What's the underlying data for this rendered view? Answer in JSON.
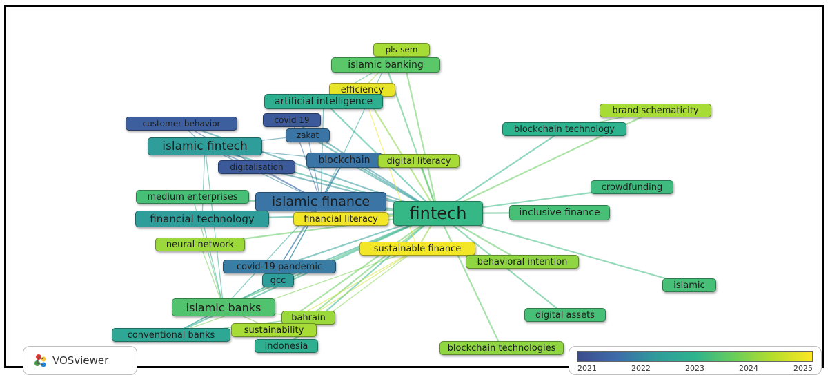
{
  "nodes": [
    {
      "id": "pls-sem",
      "label": "pls-sem",
      "year": 2024.2
    },
    {
      "id": "islamic-banking",
      "label": "islamic banking",
      "year": 2023.5
    },
    {
      "id": "efficiency",
      "label": "efficiency",
      "year": 2024.8
    },
    {
      "id": "artificial-intelligence",
      "label": "artificial intelligence",
      "year": 2022.9
    },
    {
      "id": "covid-19",
      "label": "covid 19",
      "year": 2021.3
    },
    {
      "id": "customer-behavior",
      "label": "customer behavior",
      "year": 2021.4
    },
    {
      "id": "zakat",
      "label": "zakat",
      "year": 2021.8
    },
    {
      "id": "islamic-fintech",
      "label": "islamic fintech",
      "year": 2022.4
    },
    {
      "id": "blockchain",
      "label": "blockchain",
      "year": 2021.8
    },
    {
      "id": "digital-literacy",
      "label": "digital literacy",
      "year": 2024.2
    },
    {
      "id": "digitalisation",
      "label": "digitalisation",
      "year": 2021.3
    },
    {
      "id": "brand-schematicity",
      "label": "brand schematicity",
      "year": 2024.2
    },
    {
      "id": "blockchain-technology",
      "label": "blockchain technology",
      "year": 2023.0
    },
    {
      "id": "medium-enterprises",
      "label": "medium enterprises",
      "year": 2023.3
    },
    {
      "id": "islamic-finance",
      "label": "islamic finance",
      "year": 2021.8
    },
    {
      "id": "fintech",
      "label": "fintech",
      "year": 2023.1
    },
    {
      "id": "crowdfunding",
      "label": "crowdfunding",
      "year": 2023.2
    },
    {
      "id": "inclusive-finance",
      "label": "inclusive finance",
      "year": 2023.3
    },
    {
      "id": "financial-technology",
      "label": "financial technology",
      "year": 2022.4
    },
    {
      "id": "financial-literacy",
      "label": "financial literacy",
      "year": 2024.9
    },
    {
      "id": "neural-network",
      "label": "neural network",
      "year": 2024.1
    },
    {
      "id": "sustainable-finance",
      "label": "sustainable finance",
      "year": 2024.9
    },
    {
      "id": "behavioral-intention",
      "label": "behavioral intention",
      "year": 2024.0
    },
    {
      "id": "covid-19-pandemic",
      "label": "covid-19 pandemic",
      "year": 2021.9
    },
    {
      "id": "gcc",
      "label": "gcc",
      "year": 2022.4
    },
    {
      "id": "islamic",
      "label": "islamic",
      "year": 2023.3
    },
    {
      "id": "islamic-banks",
      "label": "islamic banks",
      "year": 2023.4
    },
    {
      "id": "bahrain",
      "label": "bahrain",
      "year": 2024.1
    },
    {
      "id": "digital-assets",
      "label": "digital assets",
      "year": 2023.3
    },
    {
      "id": "conventional-banks",
      "label": "conventional banks",
      "year": 2022.7
    },
    {
      "id": "sustainability",
      "label": "sustainability",
      "year": 2024.2
    },
    {
      "id": "indonesia",
      "label": "indonesia",
      "year": 2022.9
    },
    {
      "id": "blockchain-technologies",
      "label": "blockchain technologies",
      "year": 2024.0
    }
  ],
  "edges": [
    [
      "fintech",
      "islamic-finance"
    ],
    [
      "fintech",
      "islamic-fintech"
    ],
    [
      "fintech",
      "islamic-banking"
    ],
    [
      "fintech",
      "pls-sem"
    ],
    [
      "fintech",
      "efficiency"
    ],
    [
      "fintech",
      "artificial-intelligence"
    ],
    [
      "fintech",
      "covid-19"
    ],
    [
      "fintech",
      "customer-behavior"
    ],
    [
      "fintech",
      "zakat"
    ],
    [
      "fintech",
      "blockchain"
    ],
    [
      "fintech",
      "digital-literacy"
    ],
    [
      "fintech",
      "digitalisation"
    ],
    [
      "fintech",
      "brand-schematicity"
    ],
    [
      "fintech",
      "blockchain-technology"
    ],
    [
      "fintech",
      "medium-enterprises"
    ],
    [
      "fintech",
      "crowdfunding"
    ],
    [
      "fintech",
      "inclusive-finance"
    ],
    [
      "fintech",
      "financial-technology"
    ],
    [
      "fintech",
      "financial-literacy"
    ],
    [
      "fintech",
      "neural-network"
    ],
    [
      "fintech",
      "sustainable-finance"
    ],
    [
      "fintech",
      "behavioral-intention"
    ],
    [
      "fintech",
      "covid-19-pandemic"
    ],
    [
      "fintech",
      "gcc"
    ],
    [
      "fintech",
      "islamic"
    ],
    [
      "fintech",
      "islamic-banks"
    ],
    [
      "fintech",
      "bahrain"
    ],
    [
      "fintech",
      "digital-assets"
    ],
    [
      "fintech",
      "conventional-banks"
    ],
    [
      "fintech",
      "sustainability"
    ],
    [
      "fintech",
      "indonesia"
    ],
    [
      "fintech",
      "blockchain-technologies"
    ],
    [
      "islamic-finance",
      "islamic-fintech"
    ],
    [
      "islamic-finance",
      "zakat"
    ],
    [
      "islamic-finance",
      "blockchain"
    ],
    [
      "islamic-finance",
      "covid-19"
    ],
    [
      "islamic-finance",
      "digitalisation"
    ],
    [
      "islamic-finance",
      "customer-behavior"
    ],
    [
      "islamic-finance",
      "islamic-banks"
    ],
    [
      "islamic-finance",
      "covid-19-pandemic"
    ],
    [
      "islamic-finance",
      "gcc"
    ],
    [
      "islamic-finance",
      "islamic-banking"
    ],
    [
      "islamic-finance",
      "artificial-intelligence"
    ],
    [
      "islamic-fintech",
      "customer-behavior"
    ],
    [
      "islamic-fintech",
      "zakat"
    ],
    [
      "islamic-fintech",
      "blockchain"
    ],
    [
      "islamic-fintech",
      "digitalisation"
    ],
    [
      "islamic-fintech",
      "islamic-banks"
    ],
    [
      "islamic-fintech",
      "financial-technology"
    ],
    [
      "islamic-banking",
      "pls-sem"
    ],
    [
      "islamic-banking",
      "efficiency"
    ],
    [
      "islamic-banking",
      "artificial-intelligence"
    ],
    [
      "islamic-banks",
      "conventional-banks"
    ],
    [
      "islamic-banks",
      "bahrain"
    ],
    [
      "islamic-banks",
      "sustainability"
    ],
    [
      "islamic-banks",
      "gcc"
    ],
    [
      "islamic-banks",
      "financial-technology"
    ],
    [
      "islamic-banks",
      "medium-enterprises"
    ],
    [
      "conventional-banks",
      "sustainable-finance"
    ],
    [
      "conventional-banks",
      "bahrain"
    ],
    [
      "conventional-banks",
      "gcc"
    ],
    [
      "sustainability",
      "sustainable-finance"
    ],
    [
      "indonesia",
      "sustainable-finance"
    ],
    [
      "bahrain",
      "sustainable-finance"
    ],
    [
      "efficiency",
      "artificial-intelligence"
    ],
    [
      "covid-19-pandemic",
      "blockchain"
    ],
    [
      "gcc",
      "blockchain"
    ],
    [
      "neural-network",
      "islamic-banks"
    ],
    [
      "efficiency",
      "sustainable-finance"
    ],
    [
      "brand-schematicity",
      "blockchain-technology"
    ]
  ],
  "legend": {
    "logo_text": "VOSviewer",
    "ticks": [
      "2021",
      "2022",
      "2023",
      "2024",
      "2025"
    ],
    "min": 2021,
    "max": 2025
  },
  "colors": [
    "#3b4c8c",
    "#3e6ba9",
    "#2f9b9b",
    "#2db38e",
    "#69cd5b",
    "#b6de2b",
    "#fde725"
  ]
}
